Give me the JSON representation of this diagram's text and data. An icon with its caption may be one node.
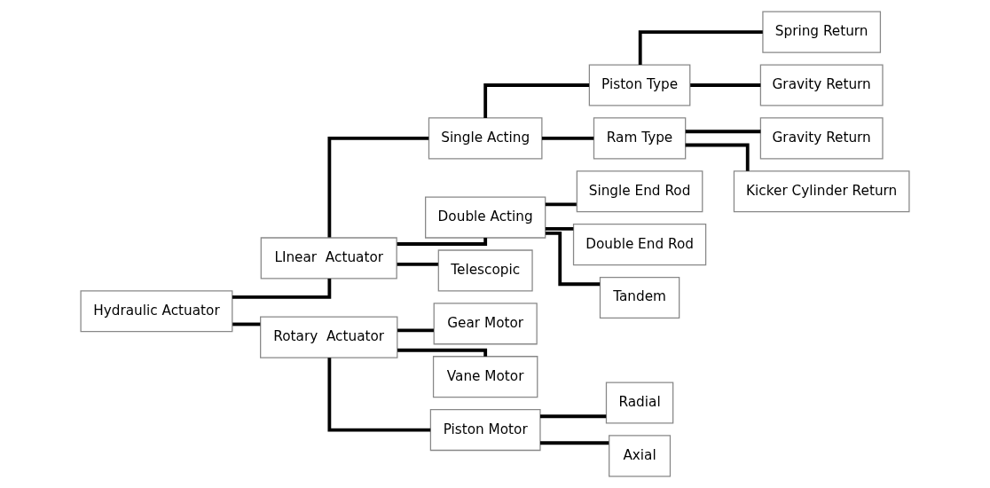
{
  "diagram": {
    "nodes": [
      {
        "text": [
          "Hydraulic Actuator"
        ]
      },
      {
        "text": [
          "LInear  Actuator"
        ]
      },
      {
        "text": [
          "Rotary  Actuator"
        ]
      },
      {
        "text": [
          "Single Acting"
        ]
      },
      {
        "text": [
          "Double Acting"
        ]
      },
      {
        "text": [
          "Telescopic"
        ]
      },
      {
        "text": [
          "Piston Type"
        ]
      },
      {
        "text": [
          "Ram Type"
        ]
      },
      {
        "text": [
          "Spring Return"
        ]
      },
      {
        "text": [
          "Gravity Return"
        ]
      },
      {
        "text": [
          "Gravity Return"
        ]
      },
      {
        "text": [
          "Kicker Cylinder Return"
        ]
      },
      {
        "text": [
          "Single End Rod"
        ]
      },
      {
        "text": [
          "Double End Rod"
        ]
      },
      {
        "text": [
          "Tandem"
        ]
      },
      {
        "text": [
          "Gear Motor"
        ]
      },
      {
        "text": [
          "Vane Motor"
        ]
      },
      {
        "text": [
          "Piston Motor"
        ]
      },
      {
        "text": [
          "Radial"
        ]
      },
      {
        "text": [
          "Axial"
        ]
      }
    ],
    "edges": [
      {
        "from": 0,
        "to": 1,
        "arrow": "none"
      },
      {
        "from": 0,
        "to": 2,
        "arrow": "none"
      },
      {
        "from": 1,
        "to": 3,
        "arrow": "none"
      },
      {
        "from": 1,
        "to": 4,
        "arrow": "none"
      },
      {
        "from": 1,
        "to": 5,
        "arrow": "none"
      },
      {
        "from": 3,
        "to": 6,
        "arrow": "none"
      },
      {
        "from": 3,
        "to": 7,
        "arrow": "none"
      },
      {
        "from": 6,
        "to": 8,
        "arrow": "none"
      },
      {
        "from": 6,
        "to": 9,
        "arrow": "none"
      },
      {
        "from": 7,
        "to": 10,
        "arrow": "none"
      },
      {
        "from": 7,
        "to": 11,
        "arrow": "none"
      },
      {
        "from": 4,
        "to": 12,
        "arrow": "none"
      },
      {
        "from": 4,
        "to": 13,
        "arrow": "none"
      },
      {
        "from": 4,
        "to": 14,
        "arrow": "none"
      },
      {
        "from": 2,
        "to": 15,
        "arrow": "none"
      },
      {
        "from": 2,
        "to": 16,
        "arrow": "none"
      },
      {
        "from": 2,
        "to": 17,
        "arrow": "none"
      },
      {
        "from": 17,
        "to": 18,
        "arrow": "none"
      },
      {
        "from": 17,
        "to": 19,
        "arrow": "none"
      }
    ]
  }
}
